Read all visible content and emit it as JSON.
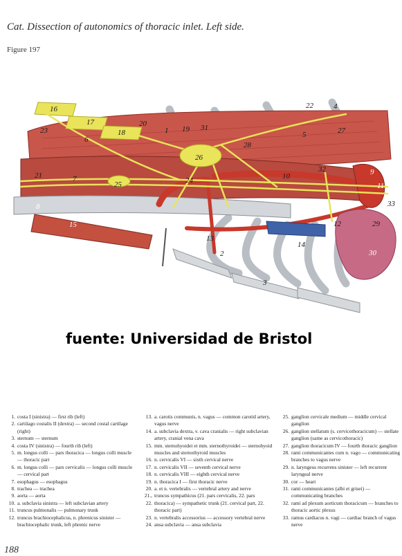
{
  "page": {
    "title": "Cat. Dissection of autonomics of thoracic inlet. Left side.",
    "figure": "Figure 197",
    "source_credit": "fuente: Universidad de Bristol",
    "page_number": "188"
  },
  "figure_labels": [
    "1",
    "2",
    "3",
    "4",
    "5",
    "6",
    "7",
    "8",
    "9",
    "10",
    "11",
    "12",
    "13",
    "14",
    "15",
    "16",
    "17",
    "18",
    "19",
    "20",
    "21",
    "22",
    "23",
    "24",
    "25",
    "26",
    "27",
    "28",
    "29",
    "30",
    "31",
    "32",
    "33"
  ],
  "colors": {
    "muscle": "#c9564a",
    "muscle_dark": "#8e2b26",
    "nerve": "#e9e45a",
    "artery": "#c8382b",
    "vein": "#3f62a8",
    "bone": "#c9cdd2",
    "heart": "#c76a86"
  },
  "legend": {
    "col1": [
      {
        "n": "1.",
        "t": "costa I (sinistra) — first rib (left)"
      },
      {
        "n": "2.",
        "t": "cartilago costalis II (dextra) — second costal cartilage (right)"
      },
      {
        "n": "3.",
        "t": "sternum — sternum"
      },
      {
        "n": "4.",
        "t": "costa IV (sinistra) — fourth rib (left)"
      },
      {
        "n": "5.",
        "t": "m. longus colli — pars thoracica — longus colli muscle — thoracic part"
      },
      {
        "n": "6.",
        "t": "m. longus colli — pars cervicalis — longus colli muscle — cervical part"
      },
      {
        "n": "7.",
        "t": "esophagus — esophagus"
      },
      {
        "n": "8.",
        "t": "trachea — trachea"
      },
      {
        "n": "9.",
        "t": "aorta — aorta"
      },
      {
        "n": "10.",
        "t": "a. subclavia sinistra — left subclavian artery"
      },
      {
        "n": "11.",
        "t": "truncus pulmonalis — pulmonary trunk"
      },
      {
        "n": "12.",
        "t": "truncus brachiocephalicus, n. phrenicus sinister — brachiocephalic trunk, left phrenic nerve"
      }
    ],
    "col2": [
      {
        "n": "13.",
        "t": "a. carotis communis, n. vagus — common carotid artery, vagus nerve"
      },
      {
        "n": "14.",
        "t": "a. subclavia dextra, v. cava cranialis — right subclavian artery, cranial vena cava"
      },
      {
        "n": "15.",
        "t": "mm. sternohyoidei et mm. sternothyroidei — sternohyoid muscles and sternothyroid muscles"
      },
      {
        "n": "16.",
        "t": "n. cervicalis VI — sixth cervical nerve"
      },
      {
        "n": "17.",
        "t": "n. cervicalis VII — seventh cervical nerve"
      },
      {
        "n": "18.",
        "t": "n. cervicalis VIII — eighth cervical nerve"
      },
      {
        "n": "19.",
        "t": "n. thoracica I — first thoracic nerve"
      },
      {
        "n": "20.",
        "t": "a. et n. vertebralis — vertebral artery and nerve"
      },
      {
        "n": "21., 22.",
        "t": "truncus sympathicus (21. pars cervicalis, 22. pars thoracica) — sympathetic trunk (21. cervical part, 22. thoracic part)"
      },
      {
        "n": "23.",
        "t": "n. vertebralis accessorius — accessory vertebral nerve"
      },
      {
        "n": "24.",
        "t": "ansa subclavia — ansa subclavia"
      }
    ],
    "col3": [
      {
        "n": "25.",
        "t": "ganglion cervicale medium — middle cervical ganglion"
      },
      {
        "n": "26.",
        "t": "ganglion stellatum (s. cervicothoracicum) — stellate ganglion (same as cervicothoracic)"
      },
      {
        "n": "27.",
        "t": "ganglion thoracicum IV — fourth thoracic ganglion"
      },
      {
        "n": "28.",
        "t": "rami communicantes cum n. vago — communicating branches to vagus nerve"
      },
      {
        "n": "29.",
        "t": "n. laryngeus recurrens sinister — left recurrent laryngeal nerve"
      },
      {
        "n": "30.",
        "t": "cor — heart"
      },
      {
        "n": "31.",
        "t": "rami communicantes (albi et grisei) — communicating branches"
      },
      {
        "n": "32.",
        "t": "rami ad plexum aorticum thoracicum — branches to thoracic aortic plexus"
      },
      {
        "n": "33.",
        "t": "ramus cardiacus n. vagi — cardiac branch of vagus nerve"
      }
    ]
  }
}
